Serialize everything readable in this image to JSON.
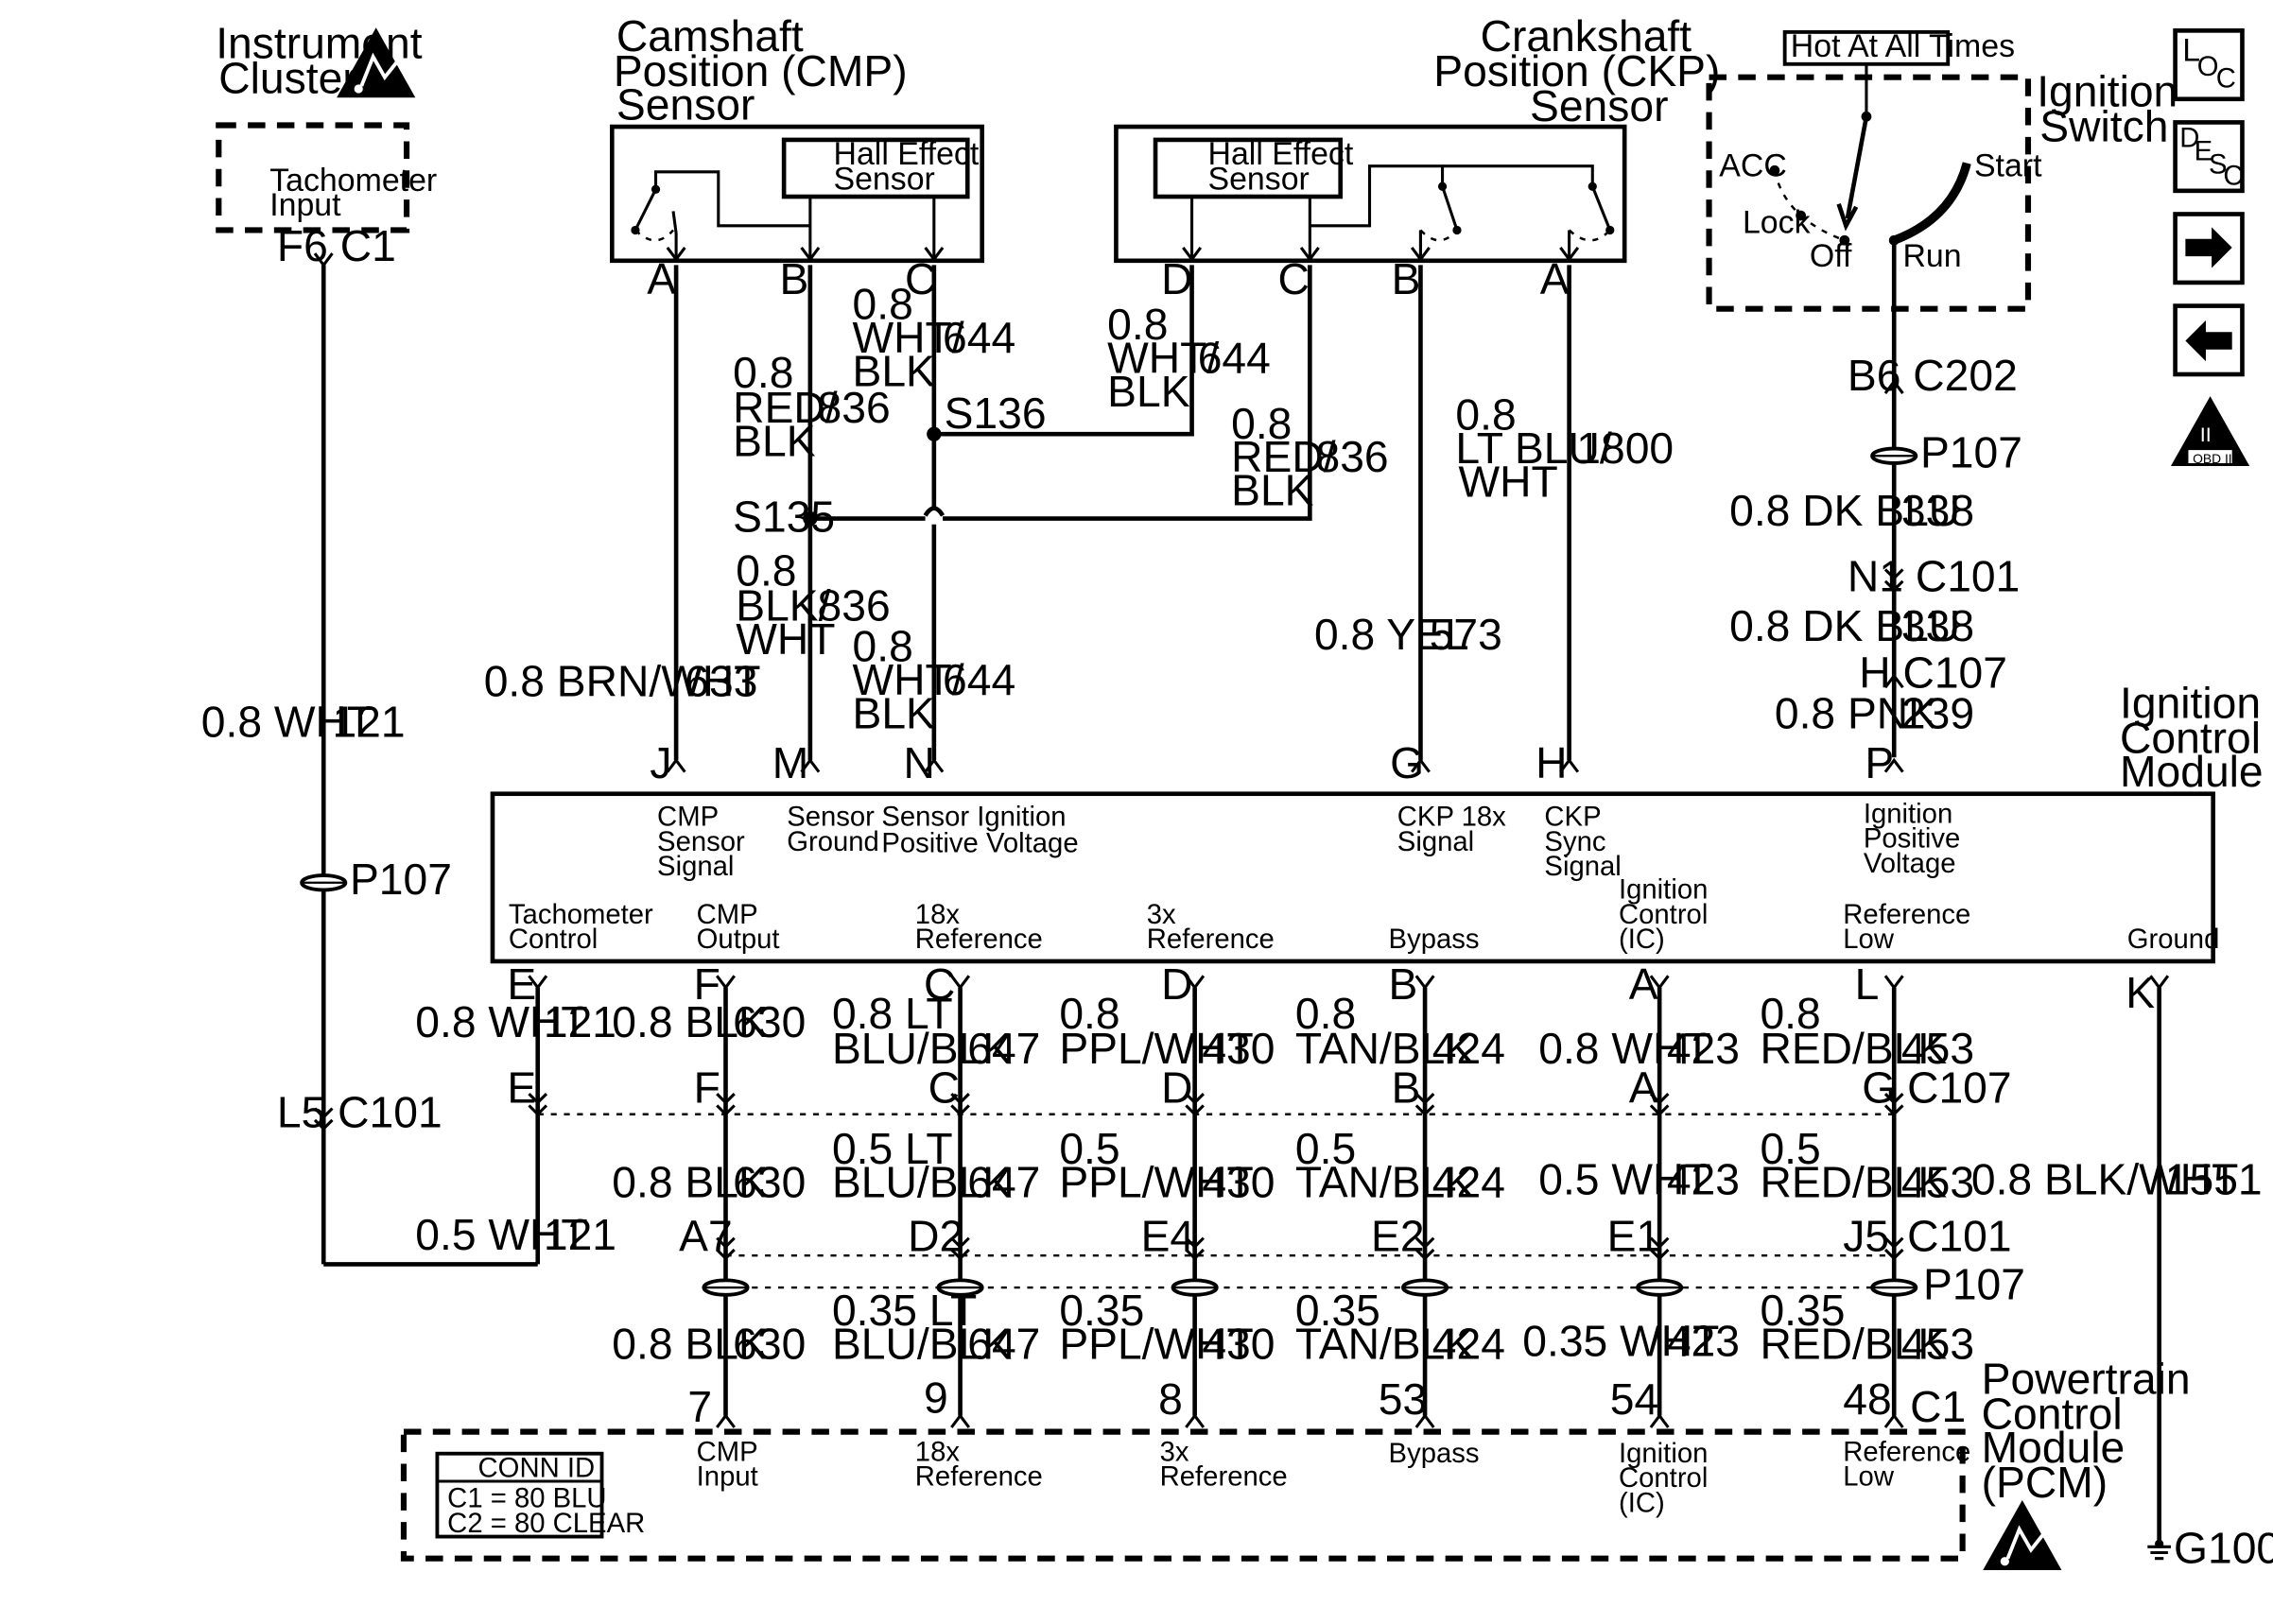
{
  "instrument_cluster": {
    "title": [
      "Instrument",
      "Cluster"
    ],
    "input_label": [
      "Tachometer",
      "Input"
    ],
    "connector": "F6 C1",
    "wire": "0.8 WHT",
    "circuit": "121",
    "splice": "P107",
    "conn2": "L5 C101",
    "wire2": "0.5 WHT",
    "circuit2": "121"
  },
  "cmp_sensor": {
    "title": [
      "Camshaft",
      "Position (CMP)",
      "Sensor"
    ],
    "hall": [
      "Hall Effect",
      "Sensor"
    ],
    "pins": [
      "A",
      "B",
      "C"
    ]
  },
  "ckp_sensor": {
    "title": [
      "Crankshaft",
      "Position (CKP)",
      "Sensor"
    ],
    "hall": [
      "Hall Effect",
      "Sensor"
    ],
    "pins": [
      "D",
      "C",
      "B",
      "A"
    ]
  },
  "ignition_switch": {
    "hot_label": "Hot At All Times",
    "title": [
      "Ignition",
      "Switch"
    ],
    "positions": [
      "ACC",
      "Lock",
      "Off",
      "Run",
      "Start"
    ]
  },
  "nav_icons": [
    "LOC",
    "DESC",
    "next-arrow",
    "prev-arrow",
    "OBD II"
  ],
  "upper_wires": {
    "w633": [
      "0.8 BRN/WHT",
      "633"
    ],
    "w836a": [
      "0.8",
      "RED/",
      "BLK",
      "836"
    ],
    "w644a": [
      "0.8",
      "WHT/",
      "BLK",
      "644"
    ],
    "w836b": [
      "0.8",
      "BLK/",
      "WHT",
      "836"
    ],
    "w644b": [
      "0.8",
      "WHT/",
      "BLK",
      "644"
    ],
    "w644c": [
      "0.8",
      "WHT/",
      "BLK",
      "644"
    ],
    "w836c": [
      "0.8",
      "RED/",
      "BLK",
      "836"
    ],
    "w573": [
      "0.8 YEL",
      "573"
    ],
    "w1800": [
      "0.8",
      "LT BLU/",
      "WHT",
      "1800"
    ],
    "splice_s136": "S136",
    "splice_s135": "S135",
    "ign_conn_1": "B6 C202",
    "ign_splice": "P107",
    "ign_w1": [
      "0.8 DK BLU",
      "338"
    ],
    "ign_conn_2": "N1 C101",
    "ign_w2": [
      "0.8 DK BLU",
      "338"
    ],
    "ign_conn_3": "H C107",
    "ign_w3": [
      "0.8 PNK",
      "239"
    ]
  },
  "icm": {
    "title": [
      "Ignition",
      "Control",
      "Module"
    ],
    "top_pins": [
      "J",
      "M",
      "N",
      "G",
      "H",
      "P"
    ],
    "top_labels": [
      [
        "CMP",
        "Sensor",
        "Signal"
      ],
      [
        "Sensor",
        "Ground"
      ],
      [
        "Sensor Ignition",
        "Positive Voltage"
      ],
      [
        "CKP 18x",
        "Signal"
      ],
      [
        "CKP",
        "Sync",
        "Signal"
      ],
      [
        "Ignition",
        "Positive",
        "Voltage"
      ]
    ],
    "bottom_labels": [
      [
        "Tachometer",
        "Control"
      ],
      [
        "CMP",
        "Output"
      ],
      [
        "18x",
        "Reference"
      ],
      [
        "3x",
        "Reference"
      ],
      [
        "Bypass"
      ],
      [
        "Ignition",
        "Control",
        "(IC)"
      ],
      [
        "Reference",
        "Low"
      ],
      [
        "Ground"
      ]
    ],
    "bottom_pins": [
      "E",
      "F",
      "C",
      "D",
      "B",
      "A",
      "L",
      "K"
    ]
  },
  "lower_wires": {
    "row1": [
      [
        "0.8 WHT",
        "121"
      ],
      [
        "0.8 BLK",
        "630"
      ],
      [
        "0.8 LT",
        "BLU/BLK",
        "647"
      ],
      [
        "0.8",
        "PPL/WHT",
        "430"
      ],
      [
        "0.8",
        "TAN/BLK",
        "424"
      ],
      [
        "0.8 WHT",
        "423"
      ],
      [
        "0.8",
        "RED/BLK",
        "453"
      ]
    ],
    "c107_pins": [
      "E",
      "F",
      "C",
      "D",
      "B",
      "A",
      "G"
    ],
    "c107_name": "C107",
    "row2": [
      [
        "0.8 BLK",
        "630"
      ],
      [
        "0.5 LT",
        "BLU/BLK",
        "647"
      ],
      [
        "0.5",
        "PPL/WHT",
        "430"
      ],
      [
        "0.5",
        "TAN/BLK",
        "424"
      ],
      [
        "0.5 WHT",
        "423"
      ],
      [
        "0.5",
        "RED/BLK",
        "453"
      ]
    ],
    "ground_wire": [
      "0.8 BLK/WHT",
      "1551"
    ],
    "c101_pins": [
      "A7",
      "D2",
      "E4",
      "E2",
      "E1",
      "J5"
    ],
    "c101_name": "C101",
    "p107_name": "P107",
    "row3": [
      [
        "0.8 BLK",
        "630"
      ],
      [
        "0.35 LT",
        "BLU/BLK",
        "647"
      ],
      [
        "0.35",
        "PPL/WHT",
        "430"
      ],
      [
        "0.35",
        "TAN/BLK",
        "424"
      ],
      [
        "0.35 WHT",
        "423"
      ],
      [
        "0.35",
        "RED/BLK",
        "453"
      ]
    ],
    "pcm_pins": [
      "7",
      "9",
      "8",
      "53",
      "54",
      "48"
    ],
    "pcm_conn": "C1",
    "ground": "G100"
  },
  "pcm": {
    "title": [
      "Powertrain",
      "Control",
      "Module",
      "(PCM)"
    ],
    "conn_id_title": "CONN ID",
    "conn_id": [
      "C1 = 80 BLU",
      "C2 = 80 CLEAR"
    ],
    "labels": [
      [
        "CMP",
        "Input"
      ],
      [
        "18x",
        "Reference"
      ],
      [
        "3x",
        "Reference"
      ],
      [
        "Bypass"
      ],
      [
        "Ignition",
        "Control",
        "(IC)"
      ],
      [
        "Reference",
        "Low"
      ]
    ]
  }
}
